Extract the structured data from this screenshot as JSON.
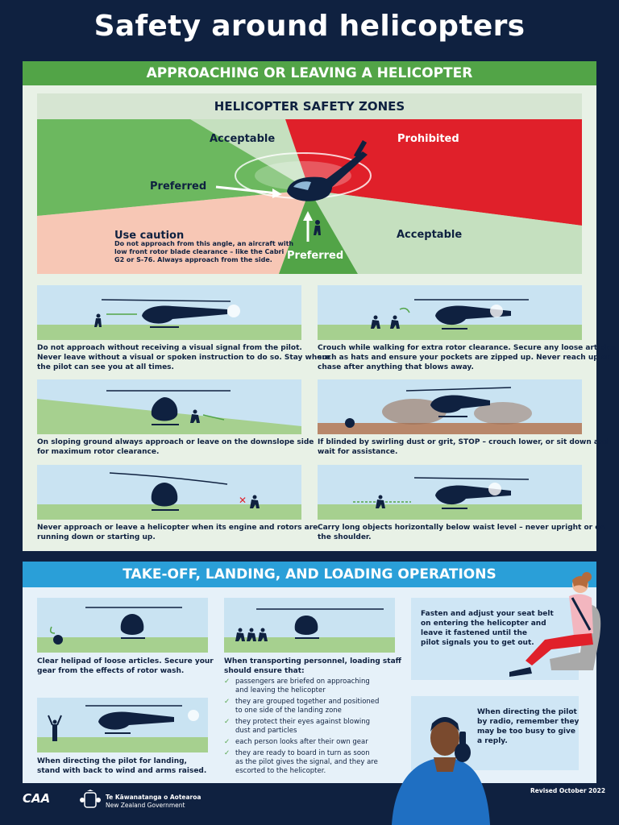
{
  "title": "Safety around helicopters",
  "section1": {
    "banner": "APPROACHING OR LEAVING A HELICOPTER",
    "zones_heading": "HELICOPTER SAFETY ZONES",
    "zones": {
      "acceptable_top": "Acceptable",
      "prohibited": "Prohibited",
      "preferred_left": "Preferred",
      "use_caution": "Use caution",
      "use_caution_detail_1": "Do not approach from this angle, an aircraft with",
      "use_caution_detail_2": "low front rotor blade clearance – like the Cabri",
      "use_caution_detail_3": "G2 or S-76. Always approach from the side.",
      "acceptable_bottom": "Acceptable",
      "preferred_bottom": "Preferred"
    },
    "tips": [
      {
        "l1": "Do not approach without receiving a visual signal from the pilot.",
        "l2": "Never leave without a visual or spoken instruction to do so. Stay where",
        "l3": "the pilot can see you at all times."
      },
      {
        "l1": "Crouch while walking for extra rotor clearance. Secure any loose articles",
        "l2": "such as hats and ensure your pockets are zipped up. Never reach up or",
        "l3": "chase after anything that blows away."
      },
      {
        "l1": "On sloping ground always approach or leave on the downslope side",
        "l2": "for maximum rotor clearance."
      },
      {
        "l1": "If blinded by swirling dust or grit, STOP – crouch lower, or sit down and",
        "l2": "wait for assistance."
      },
      {
        "l1": "Never approach or leave a helicopter when its engine and rotors are",
        "l2": "running down or starting up."
      },
      {
        "l1": "Carry long objects horizontally below waist level – never upright or on",
        "l2": "the shoulder."
      }
    ]
  },
  "section2": {
    "banner": "TAKE-OFF, LANDING, AND LOADING OPERATIONS",
    "helipad_1": "Clear helipad of loose articles. Secure your",
    "helipad_2": "gear from the effects of rotor wash.",
    "loading_1": "When transporting personnel, loading staff",
    "loading_2": "should ensure that:",
    "bullets": [
      {
        "l1": "passengers are briefed on approaching",
        "l2": "and leaving the helicopter"
      },
      {
        "l1": "they are grouped together and positioned",
        "l2": "to one side of the landing zone"
      },
      {
        "l1": "they protect their eyes against blowing",
        "l2": "dust and particles"
      },
      {
        "l1": "each person looks after their own gear",
        "l2": ""
      },
      {
        "l1": "they are ready to board in turn as soon",
        "l2": "as the pilot gives the signal, and they are",
        "l3": "escorted to the helicopter."
      }
    ],
    "seatbelt_1": "Fasten and adjust your seat belt",
    "seatbelt_2": "on entering the helicopter and",
    "seatbelt_3": "leave it fastened until the",
    "seatbelt_4": "pilot signals you to get out.",
    "landing_1": "When directing the pilot for landing,",
    "landing_2": "stand with back to wind and arms raised.",
    "radio_1": "When directing the pilot",
    "radio_2": "by radio, remember they",
    "radio_3": "may be too busy to give",
    "radio_4": "a reply."
  },
  "footer": {
    "caa_logo": "CAA",
    "nz_gov_1": "Te Kāwanatanga o Aotearoa",
    "nz_gov_2": "New Zealand Government",
    "revised": "Revised October 2022"
  },
  "colors": {
    "navy": "#0f2140",
    "green": "#52a447",
    "red": "#e0202a",
    "blue": "#2a9fd8"
  }
}
